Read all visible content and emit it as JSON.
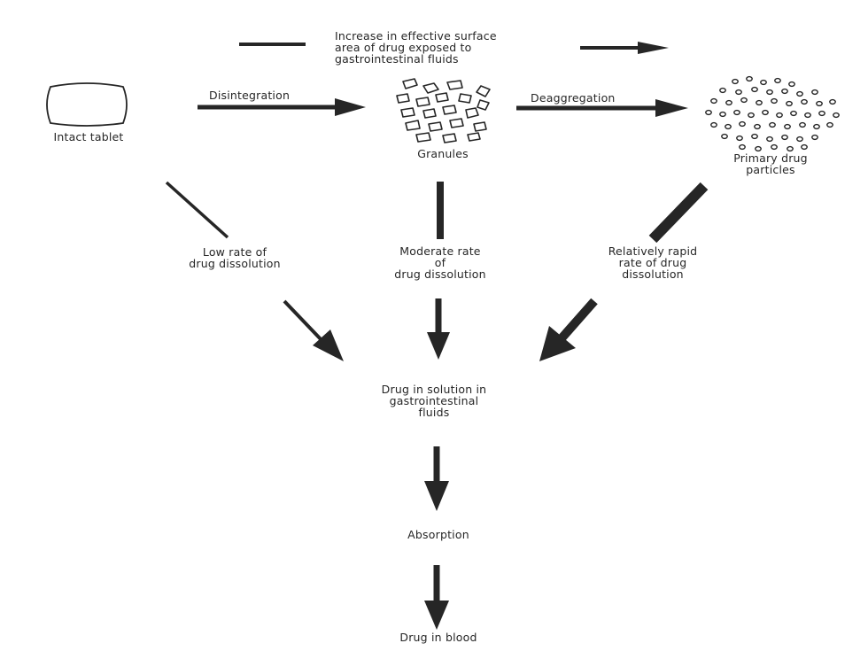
{
  "header": {
    "line1": "Increase in effective surface",
    "line2": "area of drug exposed to",
    "line3": "gastrointestinal fluids"
  },
  "stages": {
    "tablet": "Intact tablet",
    "granules": "Granules",
    "particles_line1": "Primary drug",
    "particles_line2": "particles"
  },
  "processes": {
    "disintegration": "Disintegration",
    "deaggregation": "Deaggregation"
  },
  "rates": {
    "low_line1": "Low rate of",
    "low_line2": "drug dissolution",
    "moderate_line1": "Moderate rate",
    "moderate_line2": "of",
    "moderate_line3": "drug dissolution",
    "rapid_line1": "Relatively rapid",
    "rapid_line2": "rate of drug",
    "rapid_line3": "dissolution"
  },
  "outcomes": {
    "solution_line1": "Drug in solution in",
    "solution_line2": "gastrointestinal",
    "solution_line3": "fluids",
    "absorption": "Absorption",
    "blood": "Drug in blood"
  },
  "colors": {
    "ink": "#262626"
  }
}
